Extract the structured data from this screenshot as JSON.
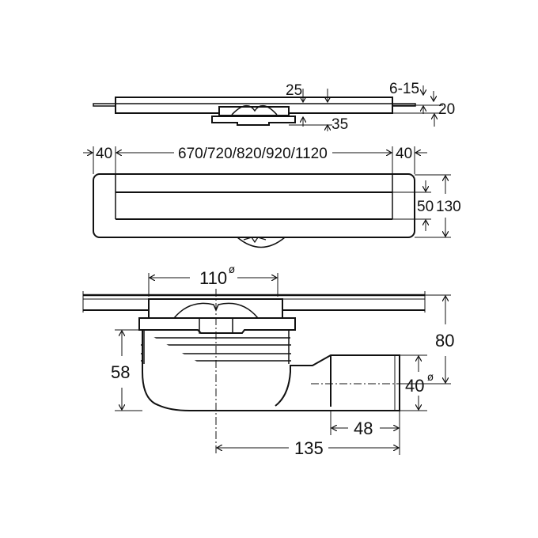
{
  "dimensions": {
    "side_view": {
      "grate_depth": "25",
      "tile_range": "6-15",
      "height": "20",
      "flange": "35"
    },
    "plan_view": {
      "left_margin": "40",
      "lengths": "670/720/820/920/1120",
      "right_margin": "40",
      "slot_width": "50",
      "total_width": "130"
    },
    "section_view": {
      "outlet_diameter": "110",
      "body_height": "58",
      "total_height": "80",
      "pipe_diameter": "40",
      "pipe_length": "48",
      "offset": "135",
      "diameter_symbol": "ø"
    }
  },
  "colors": {
    "line": "#111111",
    "background": "#ffffff"
  }
}
